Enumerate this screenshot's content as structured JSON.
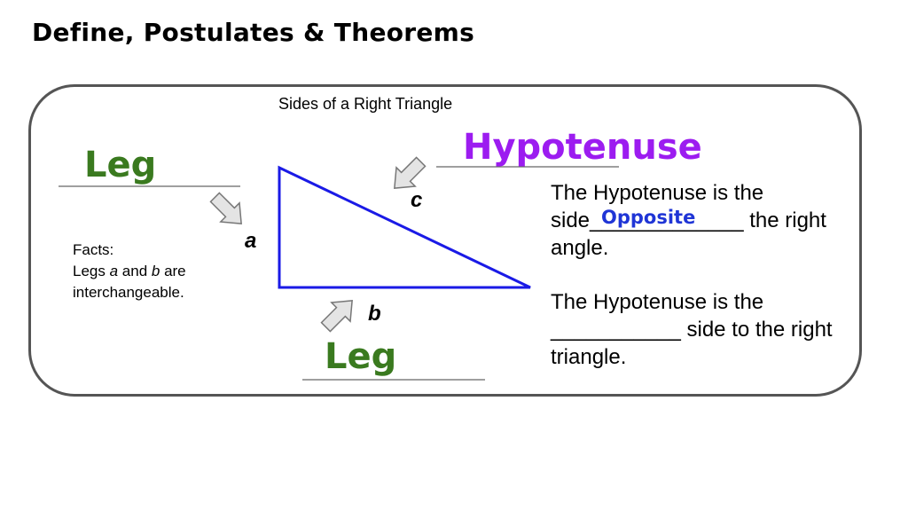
{
  "header": {
    "title": "Define, Postulates & Theorems"
  },
  "diagram": {
    "title": "Sides of a Right Triangle",
    "labels": {
      "leg_top": "Leg",
      "leg_bottom": "Leg",
      "hypotenuse": "Hypotenuse",
      "side_a": "a",
      "side_b": "b",
      "side_c": "c"
    },
    "facts": {
      "heading": "Facts:",
      "pre": "Legs ",
      "a": "a",
      "mid": " and ",
      "b": "b",
      "post": " are interchangeable."
    }
  },
  "notes": {
    "p1_line1": "The Hypotenuse is the",
    "p1_line2": "side_____________ the right",
    "p1_line3": "angle.",
    "p1_fill": "Opposite",
    "p2_line1": "The Hypotenuse is the",
    "p2_line2": "___________ side to the right",
    "p2_line3": "triangle."
  },
  "colors": {
    "triangle": "#1a1ae6",
    "leg_text": "#3a7a1f",
    "hypotenuse_text": "#9c1cf0",
    "fill_text": "#1f35d6",
    "frame": "#555555",
    "arrow_fill": "#e4e4e4"
  },
  "icons": {
    "arrow_leg_top": "arrow-down-right-icon",
    "arrow_hypotenuse": "arrow-down-left-icon",
    "arrow_leg_bottom": "arrow-up-right-icon"
  }
}
